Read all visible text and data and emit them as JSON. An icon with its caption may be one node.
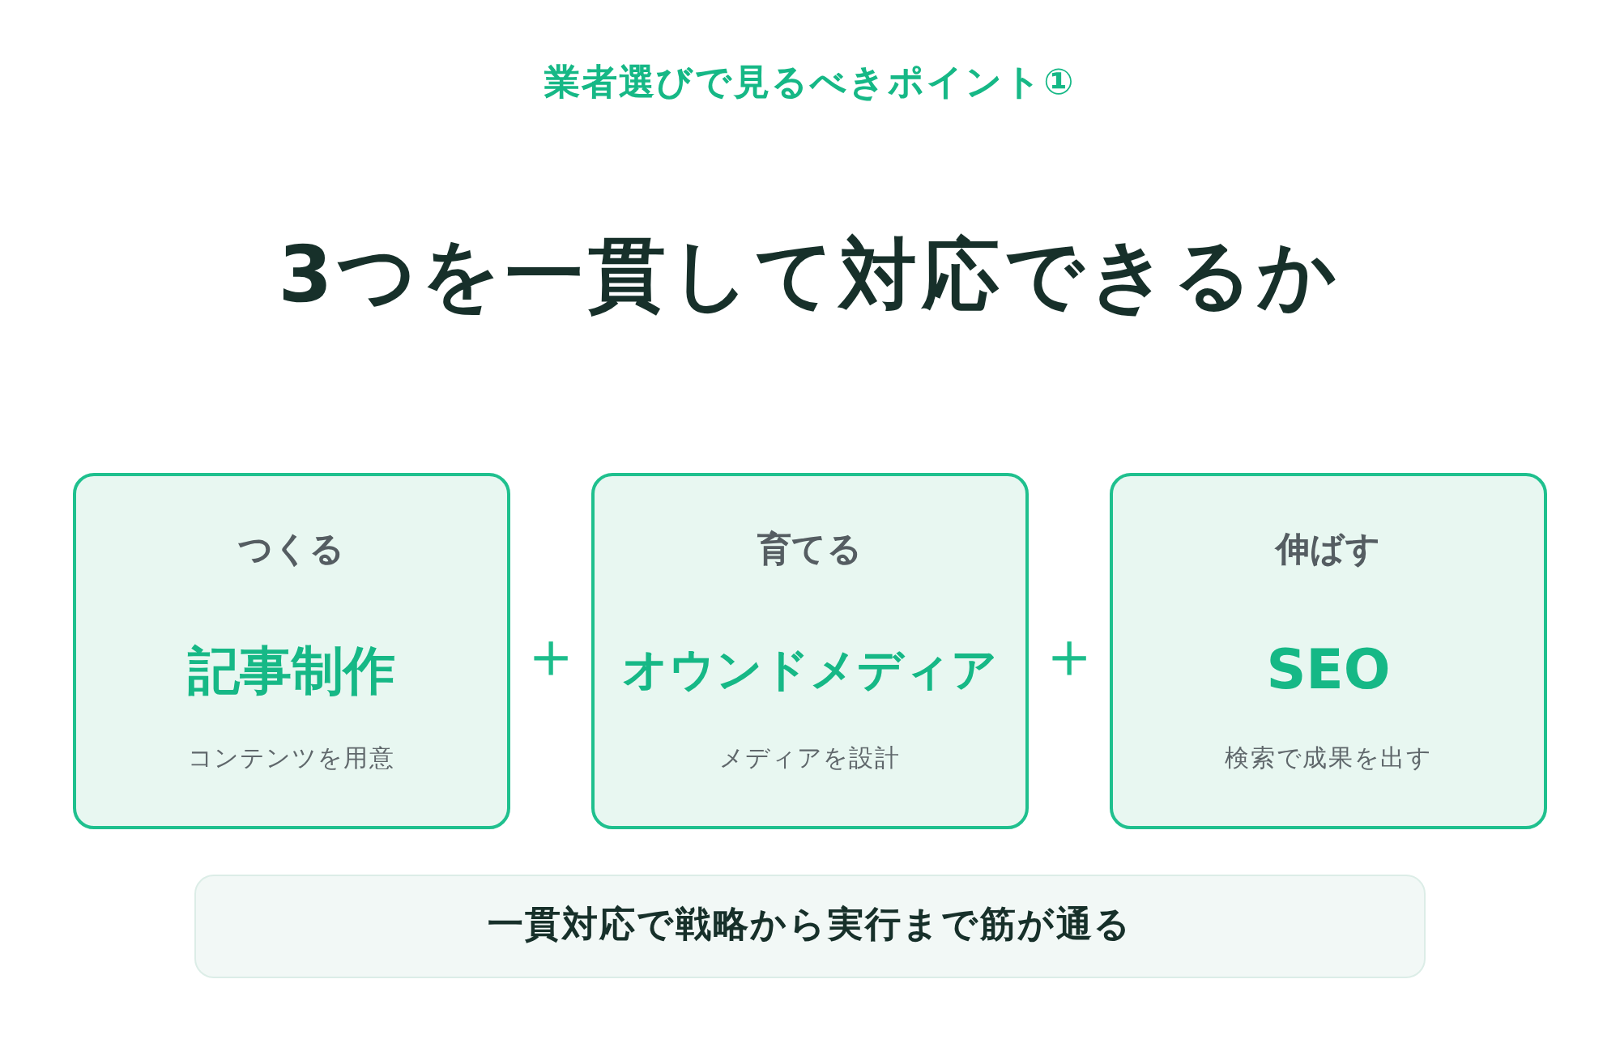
{
  "diagram": {
    "title": "3つを一貫して対応できるか",
    "nodes": [
      {
        "text": [
          "つくる",
          "記事制作",
          "コンテンツを用意"
        ]
      },
      {
        "text": [
          "育てる",
          "オウンドメディア",
          "メディアを設計"
        ]
      },
      {
        "text": [
          "伸ばす",
          "SEO",
          "検索で成果を出す"
        ]
      },
      {
        "text": [
          "一貫対応で戦略から実行まで筋が通る"
        ]
      }
    ],
    "labels": [
      "業者選びで見るべきポイント①",
      "＋",
      "＋"
    ]
  }
}
